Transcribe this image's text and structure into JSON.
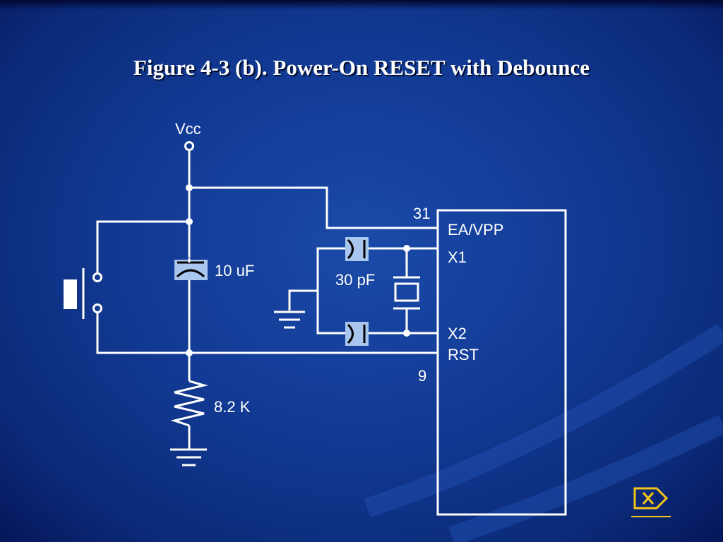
{
  "slide": {
    "title": "Figure 4-3 (b). Power-On RESET with Debounce"
  },
  "circuit": {
    "vcc_label": "Vcc",
    "capacitor_label": "10 uF",
    "crystal_cap_label": "30 pF",
    "resistor_label": "8.2 K",
    "pin31_label": "31",
    "pin9_label": "9",
    "ea_vpp_label": "EA/VPP",
    "x1_label": "X1",
    "x2_label": "X2",
    "rst_label": "RST"
  },
  "nav": {
    "next_icon": "next-slide-icon",
    "accent_color": "#f5c518"
  }
}
